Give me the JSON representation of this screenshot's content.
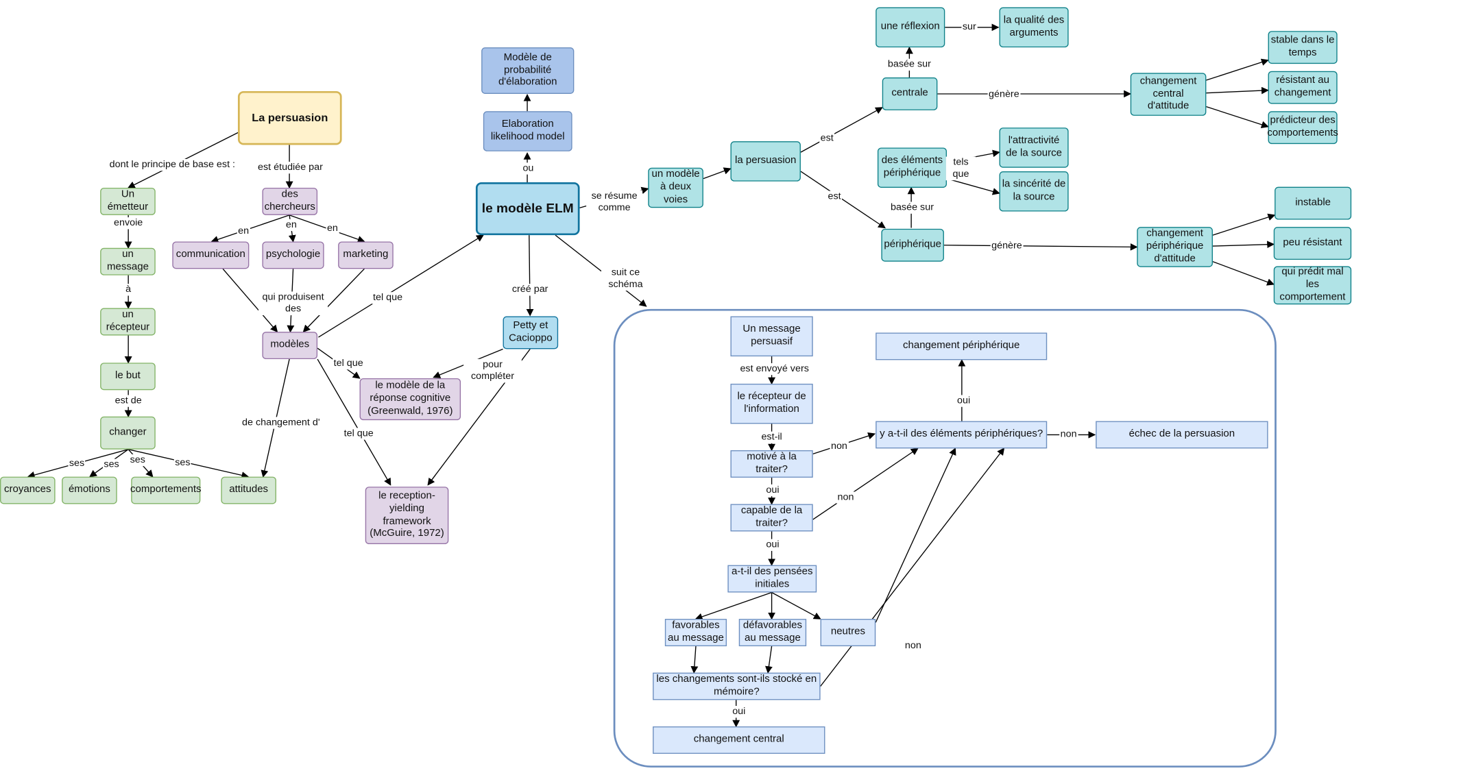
{
  "nodes": {
    "persuasion": "La persuasion",
    "emetteur": "Un émetteur",
    "message": "un message",
    "recepteur": "un récepteur",
    "but": "le but",
    "changer": "changer",
    "croyances": "croyances",
    "emotions": "émotions",
    "comportements": "comportements",
    "attitudes": "attitudes",
    "chercheurs": "des chercheurs",
    "communication": "communication",
    "psychologie": "psychologie",
    "marketing": "marketing",
    "modeles": "modèles",
    "reponse_cognitive": "le modèle de la réponse cognitive (Greenwald, 1976)",
    "reception_yielding": "le reception-yielding framework (McGuire, 1972)",
    "elm": "le modèle ELM",
    "elaboration_en": "Elaboration likelihood model",
    "modele_proba": "Modèle de probabilité d'élaboration",
    "petty": "Petty et Cacioppo",
    "deux_voies": "un modèle à deux voies",
    "la_persuasion2": "la persuasion",
    "centrale": "centrale",
    "peripherique": "périphérique",
    "reflexion": "une réflexion",
    "qualite": "la qualité des arguments",
    "elements_periph": "des éléments périphérique",
    "attractivite": "l'attractivité de la source",
    "sincerite": "la sincérité de la source",
    "chg_central_att": "changement central d'attitude",
    "chg_periph_att": "changement périphérique d'attitude",
    "stable": "stable dans le temps",
    "resistant": "résistant au changement",
    "predicteur": "prédicteur des comportements",
    "instable": "instable",
    "peu_resistant": "peu résistant",
    "predit_mal": "qui prédit mal les comportement",
    "msg_persuasif": "Un message persuasif",
    "recepteur_info": "le récepteur de l'information",
    "motive": "motivé à la traiter?",
    "capable": "capable de la traiter?",
    "pensees": "a-t-il des pensées initiales",
    "favorables": "favorables au message",
    "defavorables": "défavorables au message",
    "neutres": "neutres",
    "stocke": "les changements sont-ils stocké en mémoire?",
    "chg_central": "changement central",
    "chg_periph": "changement périphérique",
    "elements_q": "y a-t-il des éléments périphériques?",
    "echec": "échec de la persuasion"
  },
  "labels": {
    "principe": "dont le principe de base est :",
    "est_etudiee": "est  étudiée par",
    "envoie": "envoie",
    "a": "à",
    "est_de": "est de",
    "ses1": "ses",
    "ses2": "ses",
    "ses3": "ses",
    "ses4": "ses",
    "en1": "en",
    "en2": "en",
    "en3": "en",
    "qui_produisent": "qui produisent des",
    "de_changement": "de changement d'",
    "tel_que1": "tel que",
    "tel_que2": "tel que",
    "tel_que3": "tel que",
    "ou": "ou",
    "cree_par": "créé par",
    "pour_completer": "pour compléter",
    "se_resume": "se résume comme",
    "suit_schema": "suit ce schéma",
    "est1": "est",
    "est2": "est",
    "basee_sur1": "basée sur",
    "basee_sur2": "basée sur",
    "sur": "sur",
    "tels_que": "tels que",
    "genere1": "génère",
    "genere2": "génère",
    "est_envoye": "est envoyé vers",
    "est_il": "est-il",
    "oui1": "oui",
    "oui2": "oui",
    "oui3": "oui",
    "oui4": "oui",
    "non1": "non",
    "non2": "non",
    "non3": "non",
    "non4": "non"
  }
}
